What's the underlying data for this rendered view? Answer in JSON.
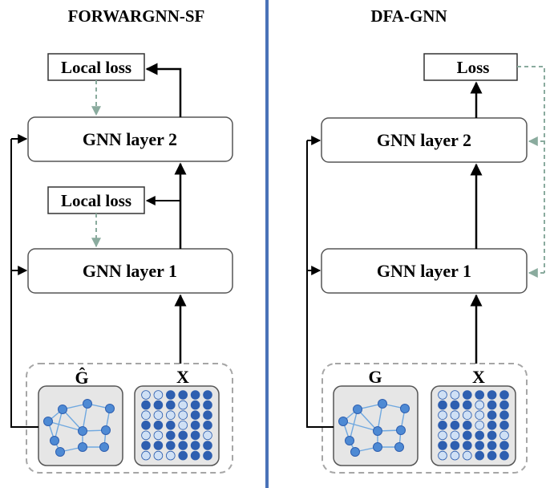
{
  "left": {
    "title": "FORWARGNN-SF",
    "top_loss_label": "Local loss",
    "mid_loss_label": "Local loss",
    "layer2_label": "GNN layer 2",
    "layer1_label": "GNN layer 1",
    "graph_label": "Ĝ",
    "feature_label": "X"
  },
  "right": {
    "title": "DFA-GNN",
    "loss_label": "Loss",
    "layer2_label": "GNN layer 2",
    "layer1_label": "GNN layer 1",
    "graph_label": "G",
    "feature_label": "X"
  },
  "colors": {
    "divider": "#4a72b8",
    "feedback_arrow": "#8aab9e",
    "dashed_border": "#a6a6a6",
    "node_fill": "#4e8ad4",
    "edge": "#6fa8e0",
    "matrix_dark": "#2e5fb0",
    "matrix_light": "#cfe0f5",
    "panel_fill": "#e6e6e6"
  },
  "feature_matrix_pattern": [
    [
      0,
      0,
      1,
      1,
      1,
      1
    ],
    [
      1,
      1,
      1,
      0,
      1,
      1
    ],
    [
      0,
      0,
      0,
      0,
      1,
      1
    ],
    [
      1,
      1,
      1,
      0,
      1,
      1
    ],
    [
      0,
      0,
      1,
      1,
      1,
      0
    ],
    [
      1,
      1,
      1,
      1,
      1,
      1
    ],
    [
      0,
      0,
      0,
      1,
      1,
      1
    ]
  ]
}
